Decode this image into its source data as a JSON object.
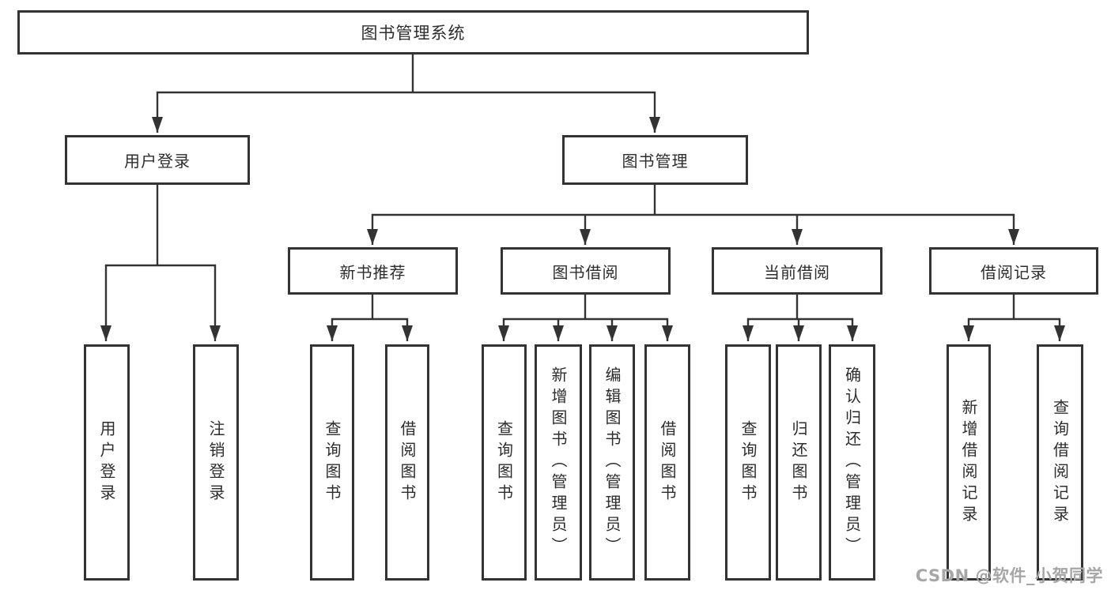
{
  "watermark": "CSDN @软件_小贺同学",
  "colors": {
    "line": "#333333",
    "text": "#2d2d2d",
    "watermark": "#a6a6a6",
    "background": "#ffffff"
  },
  "diagram": {
    "root": {
      "label": "图书管理系统"
    },
    "level2": {
      "user_login": "用户登录",
      "book_mgmt": "图书管理"
    },
    "level3": {
      "new_book": "新书推荐",
      "book_borrow": "图书借阅",
      "current_borrow": "当前借阅",
      "borrow_record": "借阅记录"
    },
    "leaves": {
      "user_login_1": "用户登录",
      "user_login_2": "注销登录",
      "new_book_1": "查询图书",
      "new_book_2": "借阅图书",
      "book_borrow_1": "查询图书",
      "book_borrow_2": "新增图书（管理员）",
      "book_borrow_3": "编辑图书（管理员）",
      "book_borrow_4": "借阅图书",
      "current_borrow_1": "查询图书",
      "current_borrow_2": "归还图书",
      "current_borrow_3": "确认归还（管理员）",
      "borrow_record_1": "新增借阅记录",
      "borrow_record_2": "查询借阅记录"
    }
  }
}
